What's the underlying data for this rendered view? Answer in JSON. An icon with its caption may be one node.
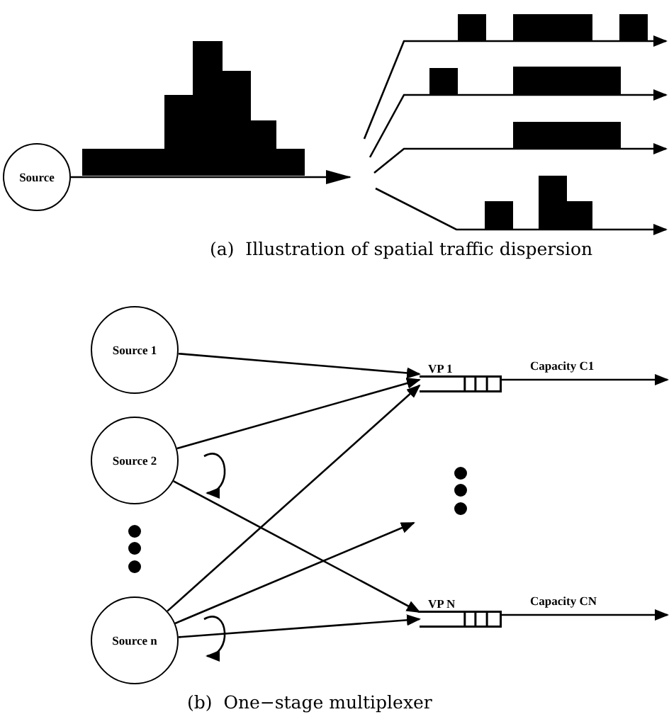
{
  "diagram": {
    "nodes": [
      {
        "text": [
          "Source"
        ]
      },
      {
        "text": [
          "Source 1"
        ]
      },
      {
        "text": [
          "Source 2"
        ]
      },
      {
        "text": [
          "Source n"
        ]
      },
      {
        "text": [
          "VP 1"
        ]
      },
      {
        "text": [
          "VP N"
        ]
      },
      {
        "text": [],
        "shape": "picture"
      }
    ],
    "edges": [
      {
        "from": 0,
        "to": 6,
        "arrow": "to"
      },
      {
        "from": 1,
        "to": 4,
        "arrow": "to"
      },
      {
        "from": 2,
        "to": 4,
        "arrow": "to"
      },
      {
        "from": 2,
        "to": 5,
        "arrow": "to"
      },
      {
        "from": 3,
        "to": 4,
        "arrow": "to"
      },
      {
        "from": 3,
        "to": null,
        "arrow": "to"
      },
      {
        "from": 3,
        "to": 5,
        "arrow": "to"
      },
      {
        "from": 4,
        "to": null,
        "arrow": "to",
        "label": "Capacity C1"
      },
      {
        "from": 5,
        "to": null,
        "arrow": "to",
        "label": "Capacity CN"
      }
    ],
    "labels": [
      "(a)  Illustration of spatial traffic dispersion",
      "(b)  One−stage multiplexer"
    ]
  }
}
